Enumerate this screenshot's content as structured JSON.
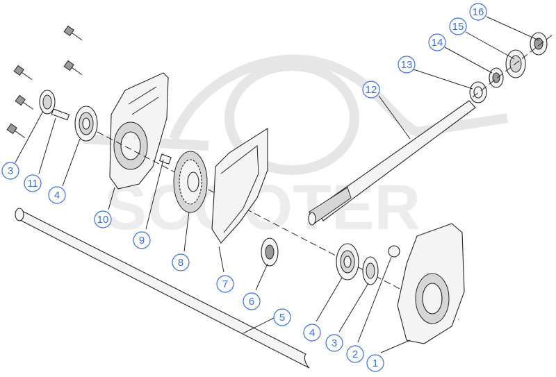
{
  "watermark": {
    "text": "SCOOTER"
  },
  "callouts": [
    {
      "id": "c16",
      "label": "16"
    },
    {
      "id": "c15",
      "label": "15"
    },
    {
      "id": "c14",
      "label": "14"
    },
    {
      "id": "c13",
      "label": "13"
    },
    {
      "id": "c12",
      "label": "12"
    },
    {
      "id": "c3a",
      "label": "3"
    },
    {
      "id": "c11",
      "label": "11"
    },
    {
      "id": "c4a",
      "label": "4"
    },
    {
      "id": "c10",
      "label": "10"
    },
    {
      "id": "c9",
      "label": "9"
    },
    {
      "id": "c8",
      "label": "8"
    },
    {
      "id": "c7",
      "label": "7"
    },
    {
      "id": "c6",
      "label": "6"
    },
    {
      "id": "c5",
      "label": "5"
    },
    {
      "id": "c4b",
      "label": "4"
    },
    {
      "id": "c3b",
      "label": "3"
    },
    {
      "id": "c2",
      "label": "2"
    },
    {
      "id": "c1",
      "label": "1"
    }
  ]
}
